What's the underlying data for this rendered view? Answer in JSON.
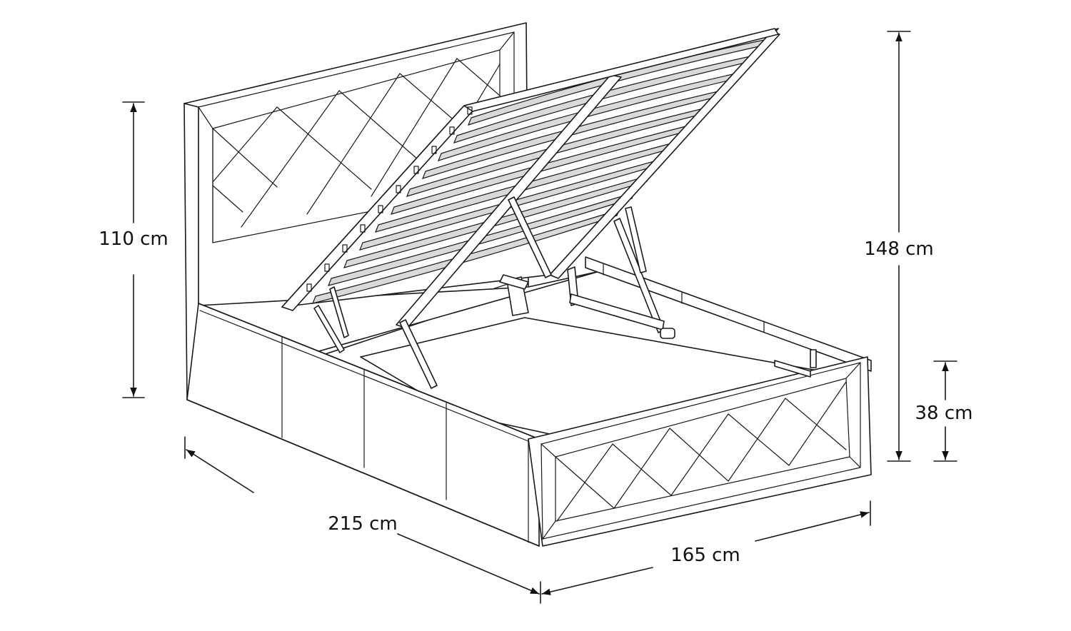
{
  "diagram": {
    "subject": "Upholstered ottoman storage bed with gas-lift slatted base (open position)",
    "style": "isometric line drawing",
    "line_color": "#1a1a1a",
    "background": "#ffffff"
  },
  "dimensions": {
    "headboard_height": {
      "label": "110 cm",
      "orientation": "vertical"
    },
    "total_height_lifted": {
      "label": "148 cm",
      "orientation": "vertical"
    },
    "base_height": {
      "label": "38 cm",
      "orientation": "vertical"
    },
    "length": {
      "label": "215 cm",
      "orientation": "diagonal"
    },
    "width": {
      "label": "165 cm",
      "orientation": "diagonal"
    }
  },
  "parts": [
    {
      "id": "headboard",
      "label": "Headboard",
      "detail": "diamond-quilted panel"
    },
    {
      "id": "footboard",
      "label": "Footboard",
      "detail": "diamond-quilted panel"
    },
    {
      "id": "side-rail",
      "label": "Side rail",
      "detail": "4 panels"
    },
    {
      "id": "slatted-base",
      "label": "Slatted base",
      "detail": "lifted, curved slats"
    },
    {
      "id": "gas-struts",
      "label": "Gas lift struts"
    },
    {
      "id": "storage-box",
      "label": "Storage compartment"
    }
  ]
}
